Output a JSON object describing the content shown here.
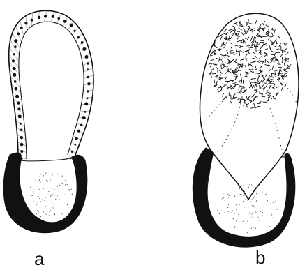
{
  "figure": {
    "panels": [
      {
        "id": "a",
        "label": "a"
      },
      {
        "id": "b",
        "label": "b"
      }
    ],
    "colors": {
      "ink": "#111111",
      "paper": "#ffffff",
      "stipple": "#555555"
    }
  }
}
